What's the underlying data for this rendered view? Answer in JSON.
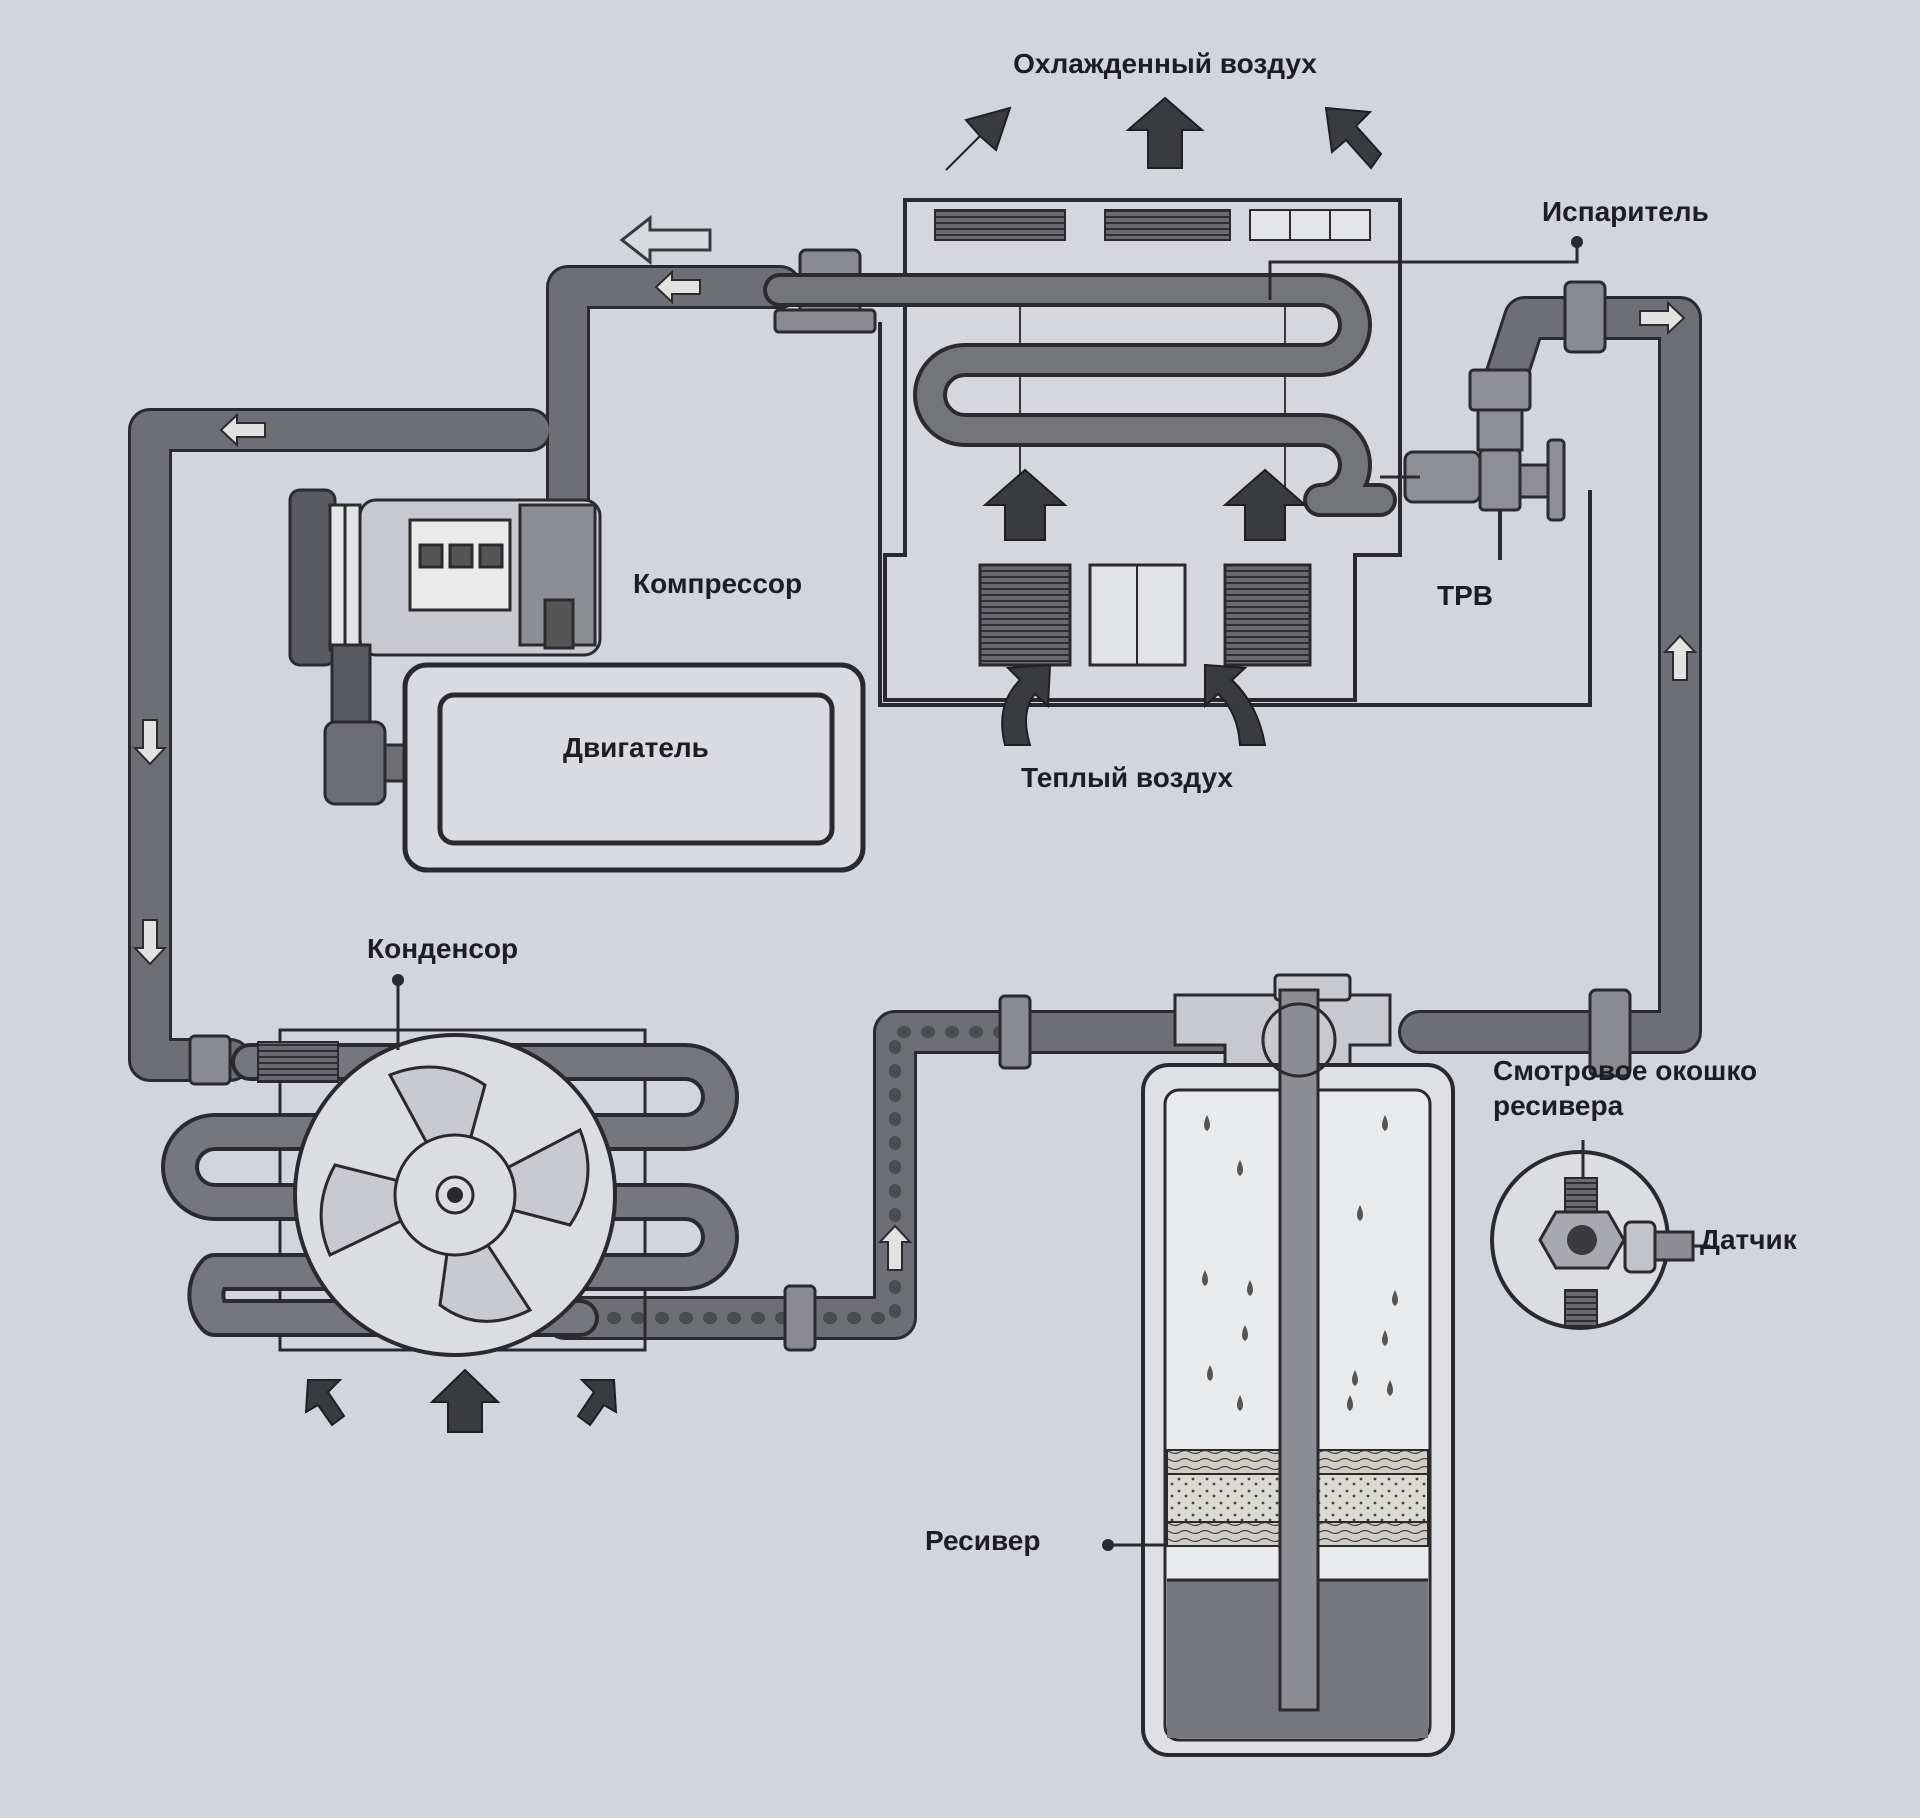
{
  "labels": {
    "cooled_air": "Охлажденный воздух",
    "evaporator": "Испаритель",
    "compressor": "Компрессор",
    "trv": "ТРВ",
    "engine": "Двигатель",
    "warm_air": "Теплый воздух",
    "condenser": "Конденсор",
    "sight_glass_line1": "Смотровое окошко",
    "sight_glass_line2": "ресивера",
    "sensor": "Датчик",
    "receiver": "Ресивер"
  },
  "colors": {
    "background": "#d2d5dc",
    "pipe": "#6e6f74",
    "pipe_outline": "#2b2b2f",
    "component_outline": "#2a2a2e",
    "arrow": "#3a3b3f",
    "text": "#1e1e22"
  },
  "icons": {
    "airflow": "block-arrow-icon",
    "fan": "fan-icon",
    "droplet": "droplet-icon",
    "flow_direction": "flow-arrow-icon"
  }
}
